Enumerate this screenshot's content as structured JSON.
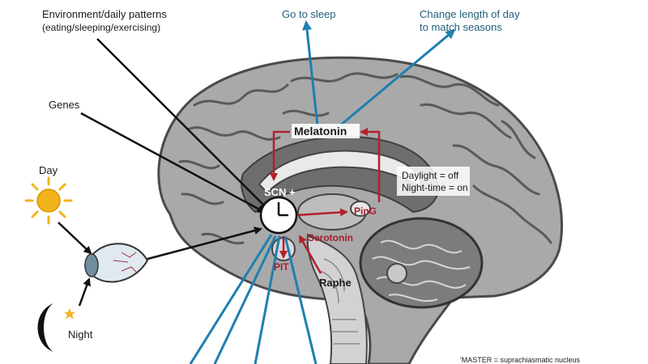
{
  "labels": {
    "environment_line1": "Environment/daily patterns",
    "environment_line2": "(eating/sleeping/exercising)",
    "genes": "Genes",
    "day": "Day",
    "night": "Night",
    "go_to_sleep": "Go to sleep",
    "change_length_line1": "Change length of day",
    "change_length_line2": "to match seasons",
    "melatonin": "Melatonin",
    "scn": "SCN +",
    "ping": "PinG",
    "serotonin": "Serotonin",
    "pit": "PIT",
    "raphe": "Raphe",
    "daylight": "Daylight = off",
    "nighttime": "Night-time = on",
    "footnote": "'MASTER        = suprachiasmatic nucleus"
  },
  "colors": {
    "blue_arrow": "#1f7fb0",
    "red_arrow": "#b3202c",
    "black_arrow": "#111111",
    "brain_gray": "#9a9a9a",
    "brain_dark": "#555555",
    "sun": "#f2b21b"
  }
}
